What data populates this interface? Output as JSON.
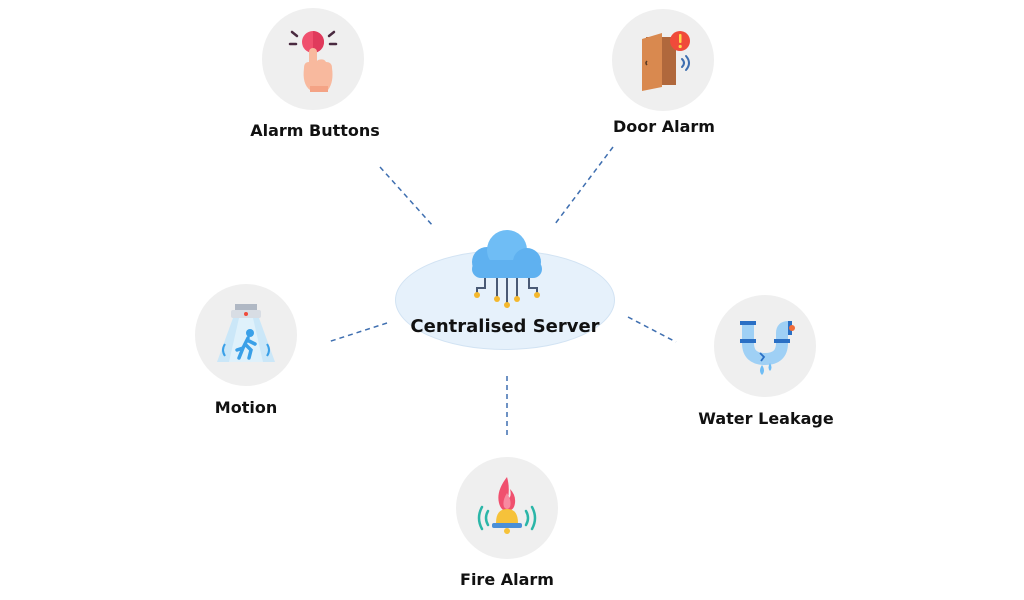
{
  "diagram": {
    "center": {
      "label": "Centralised Server",
      "icon": "cloud-network-icon"
    },
    "nodes": [
      {
        "id": "alarm-buttons",
        "label": "Alarm Buttons",
        "icon": "alarm-button-icon"
      },
      {
        "id": "door-alarm",
        "label": "Door Alarm",
        "icon": "door-alarm-icon"
      },
      {
        "id": "motion",
        "label": "Motion",
        "icon": "motion-sensor-icon"
      },
      {
        "id": "water-leakage",
        "label": "Water Leakage",
        "icon": "leaking-pipe-icon"
      },
      {
        "id": "fire-alarm",
        "label": "Fire Alarm",
        "icon": "fire-alarm-icon"
      }
    ],
    "colors": {
      "connector": "#3f6fb0",
      "hub_fill": "#e6f1fb",
      "node_fill": "#efefef",
      "cloud": "#5fb1f0"
    }
  }
}
